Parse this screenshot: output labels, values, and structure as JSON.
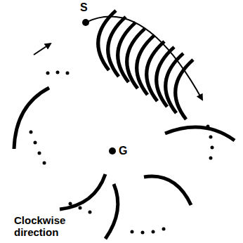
{
  "diagram": {
    "labels": [
      "S",
      "G",
      "Clockwise direction"
    ]
  }
}
